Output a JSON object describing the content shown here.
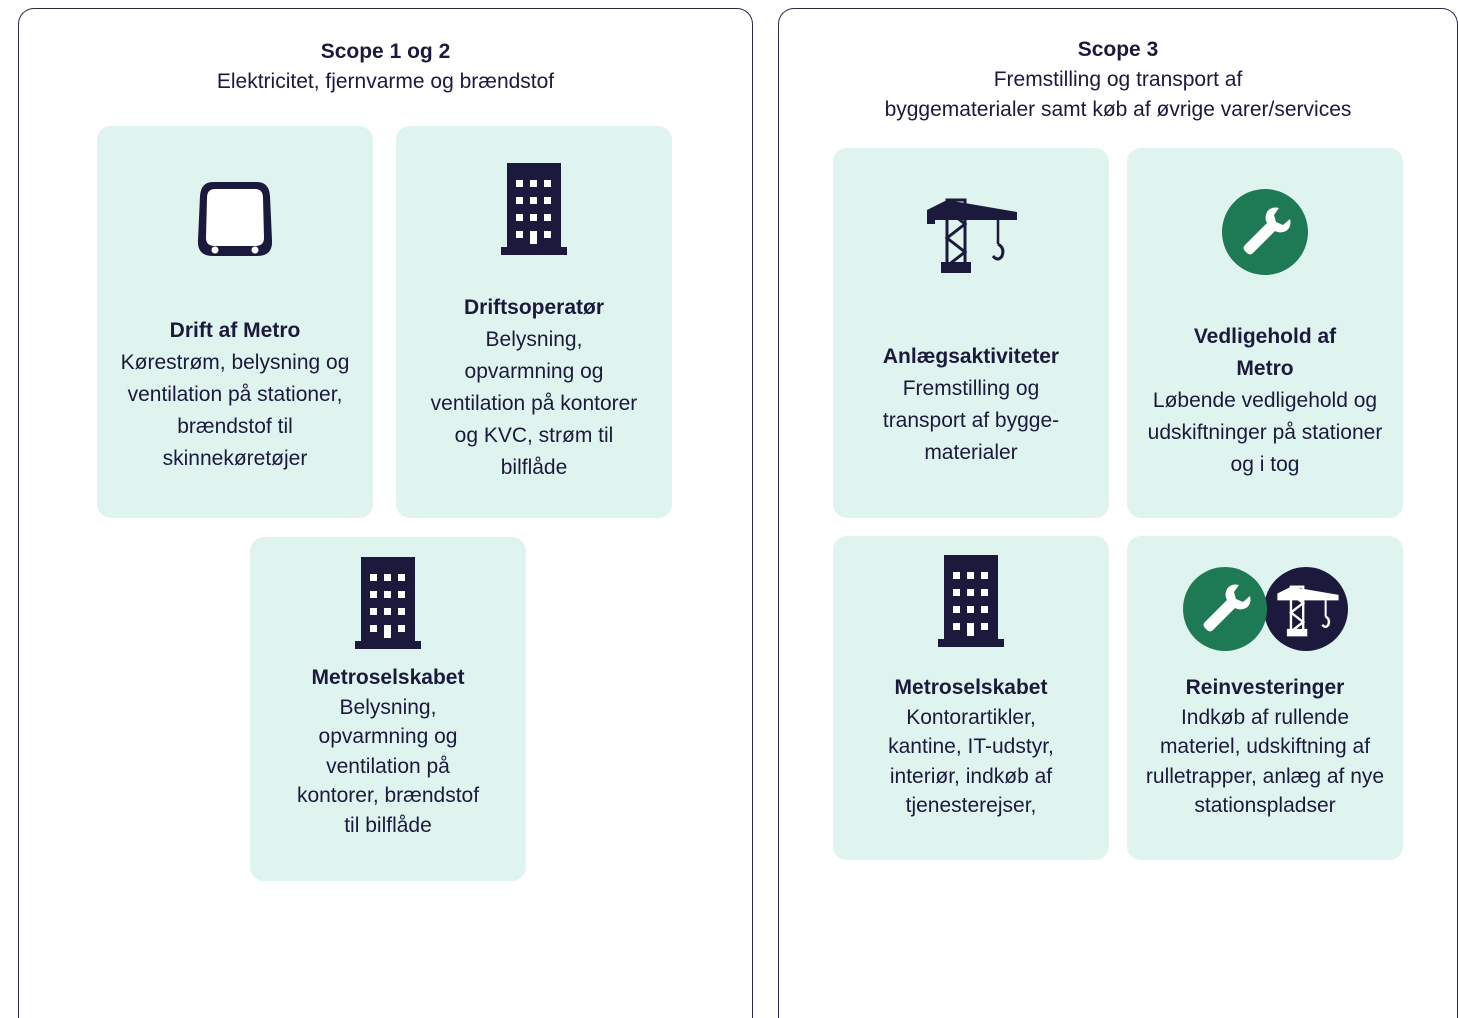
{
  "scope12": {
    "title": "Scope 1 og 2",
    "subtitle": "Elektricitet, fjernvarme og brændstof",
    "cards": [
      {
        "title": "Drift af Metro",
        "desc": "Kørestrøm, belysning og ventilation på stationer, brændstof til skinnekøretøjer",
        "icon": "metro-train-icon"
      },
      {
        "title": "Driftsoperatør",
        "desc": "Belysning, opvarmning og ventilation på kontorer og KVC, strøm til bilflåde",
        "icon": "building-icon"
      },
      {
        "title": "Metroselskabet",
        "desc": "Belysning, opvarmning og ventilation på kontorer, brændstof til bilflåde",
        "icon": "building-icon"
      }
    ]
  },
  "scope3": {
    "title": "Scope 3",
    "subtitle_line1": "Fremstilling og transport af",
    "subtitle_line2": "byggematerialer samt køb af øvrige varer/services",
    "cards": [
      {
        "title": "Anlægsaktiviteter",
        "desc": "Fremstilling og transport af bygge-materialer",
        "icon": "crane-icon"
      },
      {
        "title": "Vedligehold af Metro",
        "desc": "Løbende vedligehold og udskiftninger på stationer og i tog",
        "icon": "wrench-icon"
      },
      {
        "title": "Metroselskabet",
        "desc": "Kontorartikler, kantine, IT-udstyr, interiør, indkøb af tjenesterejser,",
        "icon": "building-icon"
      },
      {
        "title": "Reinvesteringer",
        "desc": "Indkøb af rullende materiel, udskiftning af rulletrapper, anlæg af nye stationspladser",
        "icon": "wrench-and-crane-icon"
      }
    ]
  },
  "colors": {
    "card_bg": "#dff3ef",
    "dark_navy": "#1b1a3c",
    "green": "#1d7a55"
  }
}
